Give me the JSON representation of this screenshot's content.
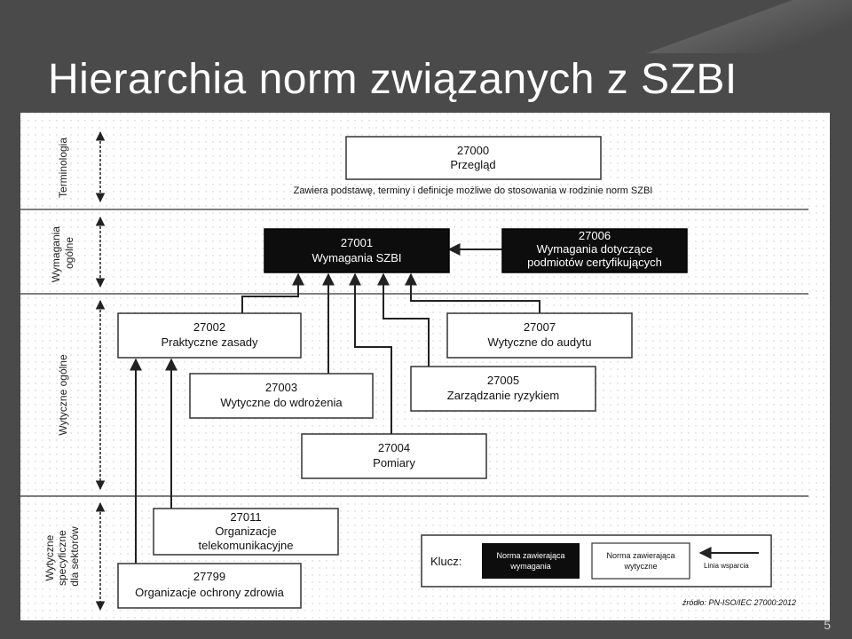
{
  "slide": {
    "title": "Hierarchia norm związanych z SZBI",
    "page_number": "5"
  },
  "diagram": {
    "rows": {
      "terminology": [
        "Terminologia"
      ],
      "general_requirements": [
        "Wymagania",
        "ogólne"
      ],
      "general_guidelines": [
        "Wytyczne ogólne"
      ],
      "sector_guidelines": [
        "Wytyczne",
        "specyficzne",
        "dla sektorów"
      ]
    },
    "nodes": {
      "n27000": {
        "code": "27000",
        "name": [
          "Przegląd"
        ]
      },
      "n27001": {
        "code": "27001",
        "name": [
          "Wymagania SZBI"
        ]
      },
      "n27006": {
        "code": "27006",
        "name": [
          "Wymagania dotyczące",
          "podmiotów certyfikujących"
        ]
      },
      "n27002": {
        "code": "27002",
        "name": [
          "Praktyczne zasady"
        ]
      },
      "n27007": {
        "code": "27007",
        "name": [
          "Wytyczne do audytu"
        ]
      },
      "n27003": {
        "code": "27003",
        "name": [
          "Wytyczne do wdrożenia"
        ]
      },
      "n27005": {
        "code": "27005",
        "name": [
          "Zarządzanie ryzykiem"
        ]
      },
      "n27004": {
        "code": "27004",
        "name": [
          "Pomiary"
        ]
      },
      "n27011": {
        "code": "27011",
        "name": [
          "Organizacje",
          "telekomunikacyjne"
        ]
      },
      "n27799": {
        "code": "27799",
        "name": [
          "Organizacje ochrony zdrowia"
        ]
      }
    },
    "note_27000": "Zawiera podstawę, terminy i definicje możliwe do stosowania w rodzinie norm SZBI",
    "legend": {
      "title": "Klucz:",
      "requirements": [
        "Norma zawierająca",
        "wymagania"
      ],
      "guidelines": [
        "Norma zawierająca",
        "wytyczne"
      ],
      "support_line": "Linia wsparcia"
    },
    "source": "źródło: PN-ISO/IEC 27000:2012",
    "colors": {
      "dark_box": "#0d0d0d",
      "line": "#222222",
      "border": "#333333"
    }
  }
}
